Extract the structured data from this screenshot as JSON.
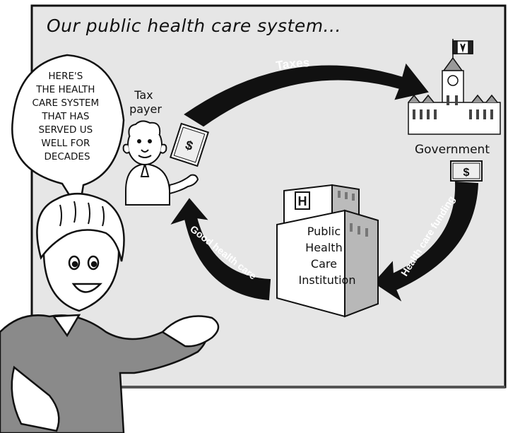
{
  "title": "Our public health care system...",
  "speech_bubble": {
    "lines": [
      "HERE'S",
      "THE HEALTH",
      "CARE SYSTEM",
      "THAT HAS",
      "SERVED US",
      "WELL FOR",
      "DECADES"
    ]
  },
  "nodes": {
    "taxpayer": {
      "label_line1": "Tax",
      "label_line2": "payer",
      "money_symbol": "$"
    },
    "government": {
      "label": "Government",
      "money_symbol": "$"
    },
    "institution": {
      "lines": [
        "Public",
        "Health",
        "Care",
        "Institution"
      ],
      "sign": "H"
    }
  },
  "flows": {
    "taxes": "Taxes",
    "funding": "Health care funding",
    "care": "Good health care"
  },
  "colors": {
    "board": "#e6e6e6",
    "arrow": "#111111",
    "outline": "#111111"
  }
}
